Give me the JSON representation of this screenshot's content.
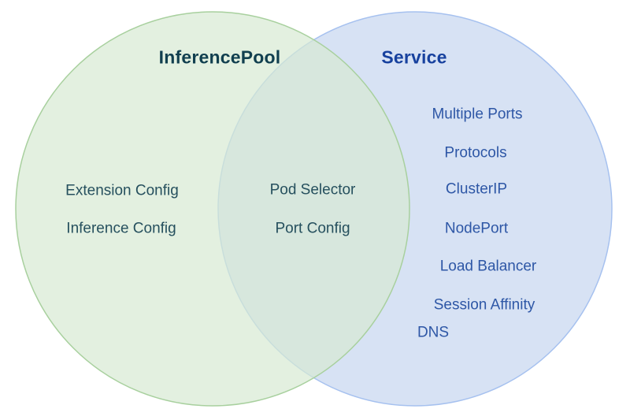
{
  "diagram": {
    "type": "venn",
    "left": {
      "title": "InferencePool",
      "items": [
        {
          "label": "Extension Config"
        },
        {
          "label": "Inference Config"
        }
      ]
    },
    "intersection": {
      "items": [
        {
          "label": "Pod Selector"
        },
        {
          "label": "Port Config"
        }
      ]
    },
    "right": {
      "title": "Service",
      "items": [
        {
          "label": "Multiple Ports"
        },
        {
          "label": "Protocols"
        },
        {
          "label": "ClusterIP"
        },
        {
          "label": "NodePort"
        },
        {
          "label": "Load Balancer"
        },
        {
          "label": "Session Affinity"
        },
        {
          "label": "DNS"
        }
      ]
    },
    "colors": {
      "background": "#ffffff",
      "left_circle_fill": "#e3f0e0",
      "left_circle_fill_overlay": "rgba(215,234,211,0.7)",
      "left_circle_stroke": "#a8d09e",
      "right_circle_fill": "#d7e2f4",
      "right_circle_stroke": "#a6c1ef",
      "overlap_fill": "#d7e8dd",
      "left_title_color": "#113f4f",
      "left_text_color": "#26505e",
      "right_title_color": "#17419e",
      "right_text_color": "#2e57a6"
    }
  }
}
